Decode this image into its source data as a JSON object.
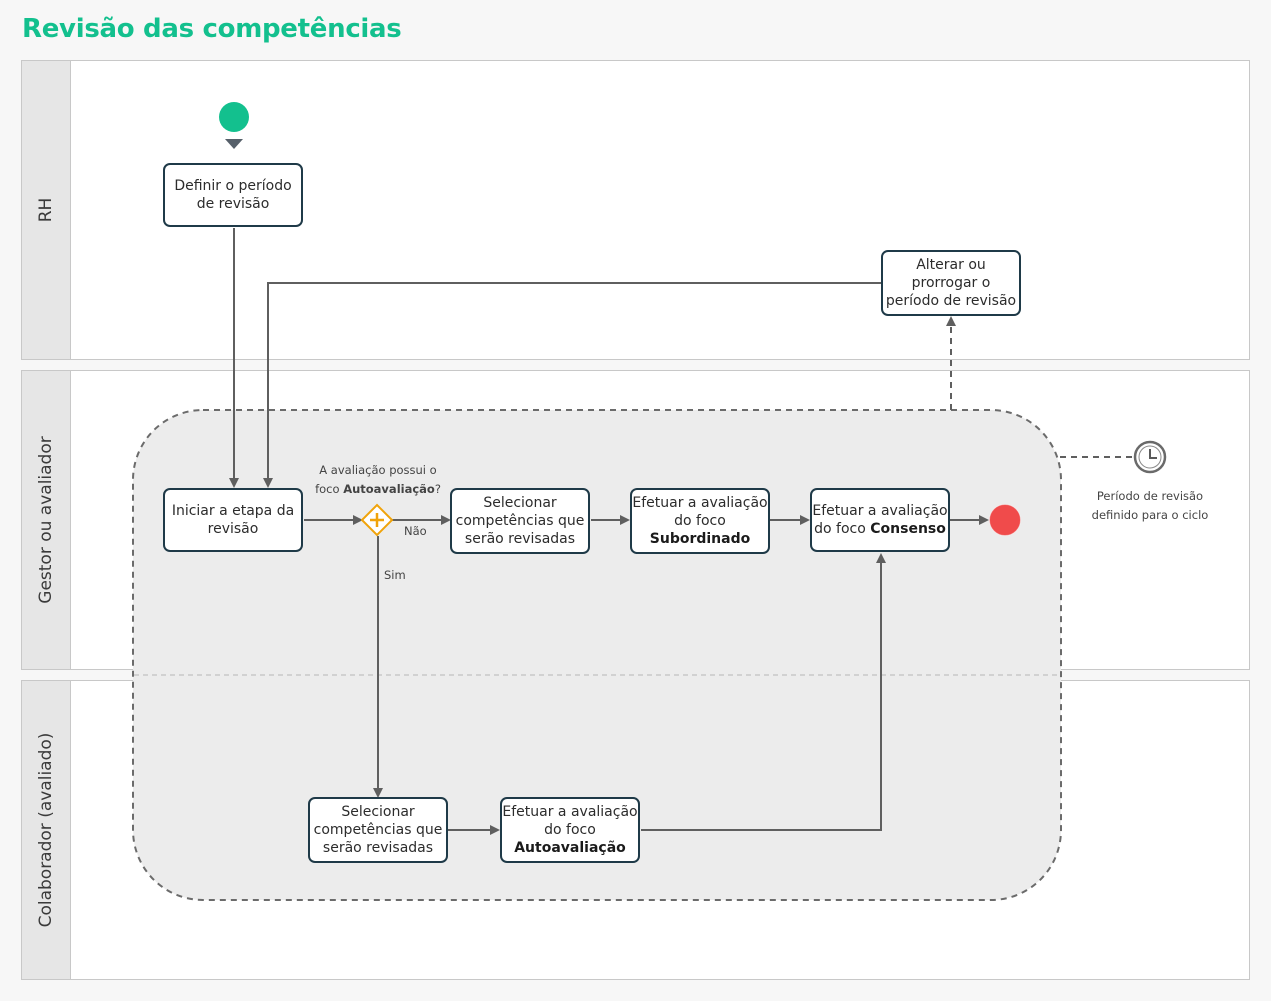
{
  "title": "Revisão das competências",
  "lanes": [
    {
      "label": "RH"
    },
    {
      "label": "Gestor ou avaliador"
    },
    {
      "label": "Colaborador (avaliado)"
    }
  ],
  "tasks": {
    "definir_periodo": [
      "Definir o período",
      "de revisão"
    ],
    "alterar_periodo": [
      "Alterar ou",
      "prorrogar o",
      "período de revisão"
    ],
    "iniciar_etapa": [
      "Iniciar a etapa da",
      "revisão"
    ],
    "selecionar_gestor": [
      "Selecionar",
      "competências que",
      "serão revisadas"
    ],
    "avaliacao_subordinado": {
      "line1": "Efetuar a avaliação",
      "line2": "do foco",
      "bold": "Subordinado"
    },
    "avaliacao_consenso": {
      "line1": "Efetuar a avaliação",
      "line2": "do foco",
      "bold": "Consenso"
    },
    "selecionar_colaborador": [
      "Selecionar",
      "competências que",
      "serão revisadas"
    ],
    "avaliacao_autoavaliacao": {
      "line1": "Efetuar a avaliação",
      "line2": "do foco",
      "bold": "Autoavaliação"
    }
  },
  "gateway": {
    "question_part1": "A avaliação possui o",
    "question_part2": "foco",
    "question_bold": "Autoavaliação",
    "question_end": "?",
    "no_label": "Não",
    "yes_label": "Sim"
  },
  "timer": {
    "label_line1": "Período de revisão",
    "label_line2": "definido para o ciclo"
  },
  "colors": {
    "title": "#13c08e",
    "start_event": "#13c08e",
    "end_event": "#f04b4b",
    "gateway": "#f0a30a",
    "task_border": "#1f3a48",
    "subprocess_fill": "#ececec"
  }
}
